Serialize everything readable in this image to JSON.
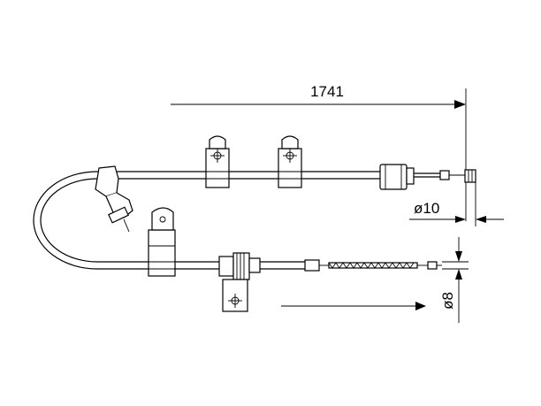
{
  "drawing": {
    "dimensions": {
      "overall_length": "1741",
      "diameter_outer": "ø10",
      "diameter_inner": "ø8"
    },
    "colors": {
      "line": "#000000",
      "background": "#ffffff"
    }
  }
}
